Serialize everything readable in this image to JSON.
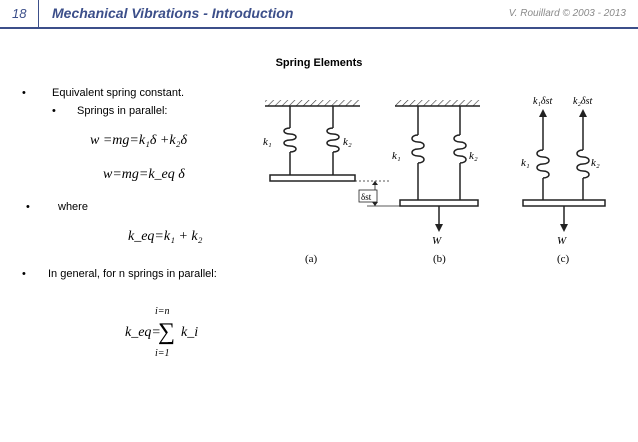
{
  "header": {
    "slide_number": "18",
    "title": "Mechanical Vibrations - Introduction",
    "author": "V. Rouillard © 2003 - 2013"
  },
  "section_title": "Spring Elements",
  "bullets": {
    "b1": "Equivalent spring constant.",
    "b2": "Springs in parallel:",
    "b3": "where",
    "b4": "In general, for n springs in parallel:",
    "bullet_symbol": "•"
  },
  "equations": {
    "eq1": "w =mg=k₁δ  +k₂δ",
    "eq2": "w=mg=k_eq δ",
    "eq3": "k_eq=k₁ + k₂",
    "sum_upper": "i=n",
    "sum_lower": "i=1",
    "sum_lhs": "k_eq=",
    "sum_rhs": "k_i"
  },
  "figure": {
    "labels": {
      "k1": "k₁",
      "k2": "k₂",
      "dst": "δst",
      "w": "W",
      "a": "(a)",
      "b": "(b)",
      "c": "(c)",
      "k1dst": "k₁δst",
      "k2dst": "k₂δst"
    }
  }
}
